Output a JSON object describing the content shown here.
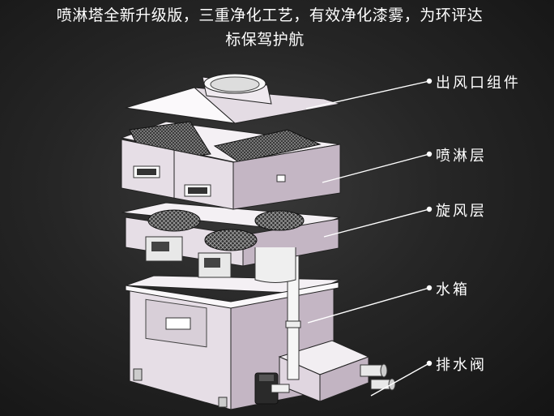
{
  "headline": {
    "line1": "喷淋塔全新升级版，三重净化工艺，有效净化漆雾，为环评达",
    "line2": "标保驾护航"
  },
  "callouts": {
    "outlet": "出风口组件",
    "spray": "喷淋层",
    "cyclone": "旋风层",
    "tank": "水箱",
    "drain": "排水阀"
  },
  "colors": {
    "background": "#262626",
    "panel_front": "#e6dee6",
    "panel_side": "#c4b6c4",
    "panel_top": "#f4f0f4",
    "leader": "#ffffff"
  }
}
